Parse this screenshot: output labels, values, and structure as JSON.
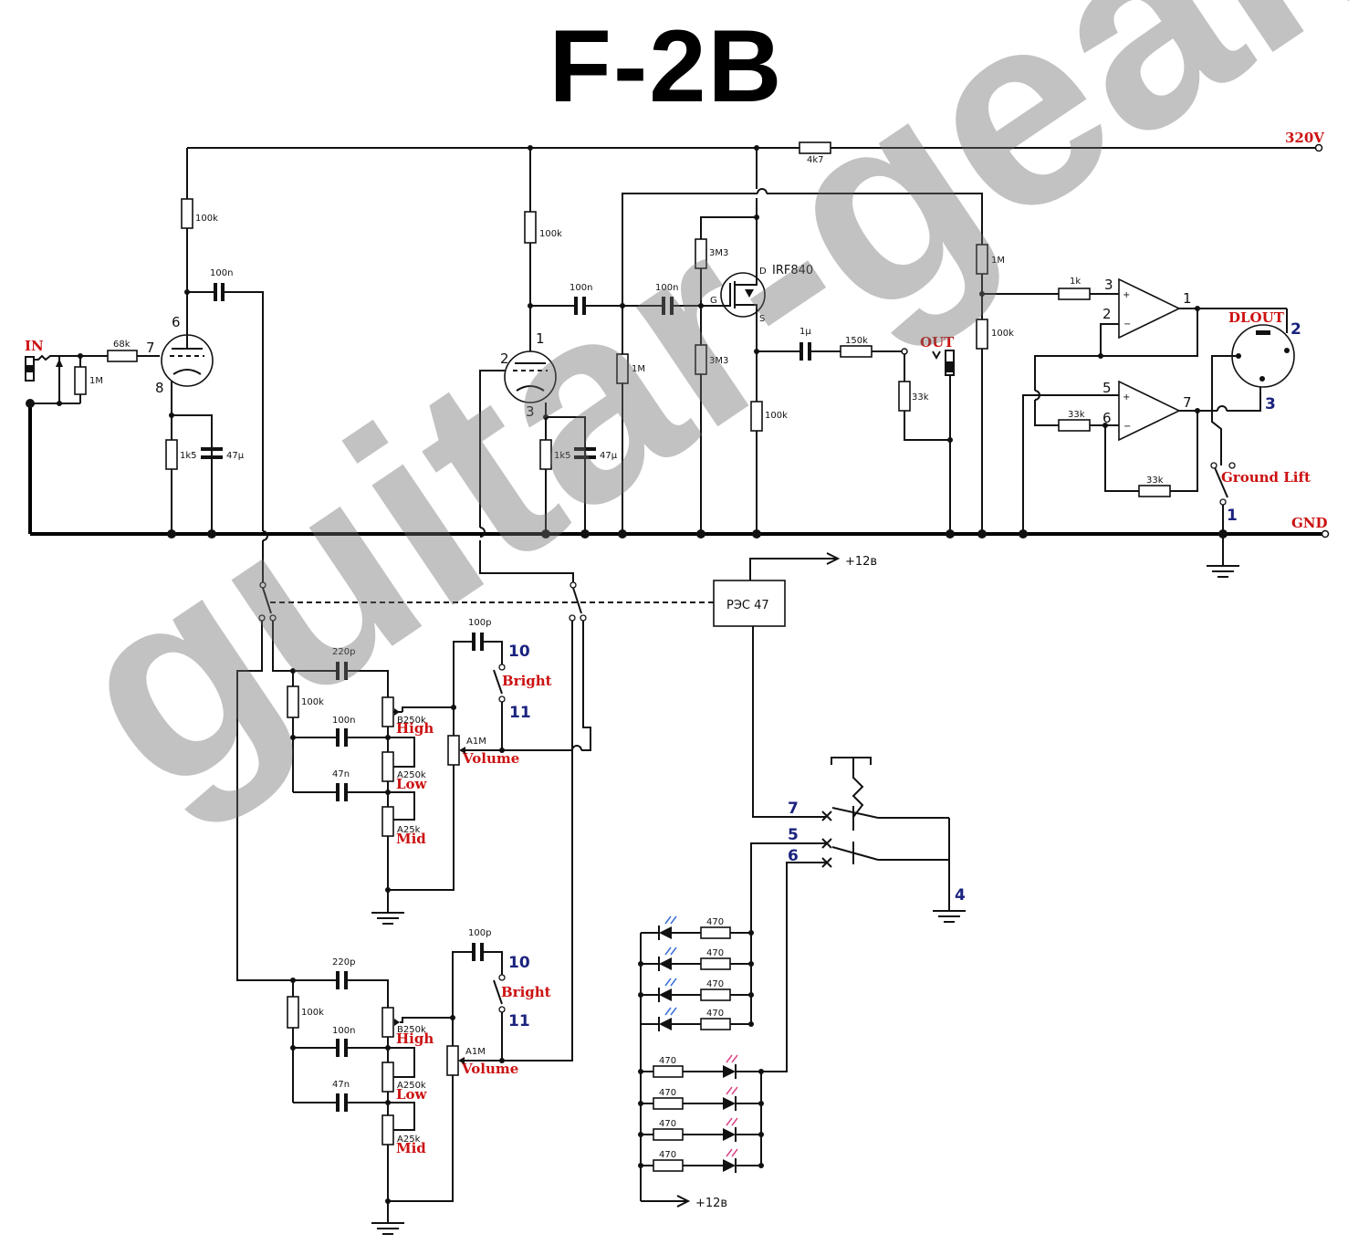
{
  "title": "F-2B",
  "watermark": "guitar-gear.ru",
  "rails": {
    "hv": "320V",
    "gnd": "GND",
    "plus12_a": "+12в",
    "plus12_b": "+12в"
  },
  "io": {
    "in": "IN",
    "out": "OUT",
    "dlout": "DLOUT",
    "ground_lift": "Ground Lift"
  },
  "relay": "РЭС 47",
  "mosfet": "IRF840",
  "mosfet_pins": {
    "d": "D",
    "g": "G",
    "s": "S"
  },
  "values": {
    "r_4k7": "4k7",
    "r_100k_a": "100k",
    "r_100k_b": "100k",
    "r_100k_c": "100k",
    "r_100k_d": "100k",
    "r_68k": "68k",
    "r_1m_in": "1M",
    "r_1k5_a": "1k5",
    "c_47u_a": "47µ",
    "r_1k5_b": "1k5",
    "c_47u_b": "47µ",
    "c_100n_a": "100n",
    "c_100n_b": "100n",
    "c_100n_c": "100n",
    "r_1m_b": "1M",
    "r_3m3_a": "3M3",
    "r_3m3_b": "3M3",
    "c_1u": "1µ",
    "r_150k": "150k",
    "r_33k_out": "33k",
    "r_1m_c": "1M",
    "r_1k": "1k",
    "r_33k_a": "33k",
    "r_33k_b": "33k"
  },
  "tube_pins": {
    "v1_6": "6",
    "v1_7": "7",
    "v1_8": "8",
    "v2_1": "1",
    "v2_2": "2",
    "v2_3": "3"
  },
  "opamp_pins": {
    "a_in_plus": "3",
    "a_in_minus": "2",
    "a_out": "1",
    "b_in_plus": "5",
    "b_in_minus": "6",
    "b_out": "7"
  },
  "dlout_pins": {
    "p2": "2",
    "p3": "3",
    "p1": "1"
  },
  "tonestack_1": {
    "c_bright": "100p",
    "bright_pin_a": "10",
    "bright_pin_b": "11",
    "bright": "Bright",
    "c_220p": "220p",
    "r_100k": "100k",
    "c_100n": "100n",
    "c_47n": "47n",
    "pot_high": "B250k",
    "high": "High",
    "pot_low": "A250k",
    "low": "Low",
    "pot_mid": "A25k",
    "mid": "Mid",
    "pot_vol": "A1M",
    "volume": "Volume"
  },
  "tonestack_2": {
    "c_bright": "100p",
    "bright_pin_a": "10",
    "bright_pin_b": "11",
    "bright": "Bright",
    "c_220p": "220p",
    "r_100k": "100k",
    "c_100n": "100n",
    "c_47n": "47n",
    "pot_high": "B250k",
    "high": "High",
    "pot_low": "A250k",
    "low": "Low",
    "pot_mid": "A25k",
    "mid": "Mid",
    "pot_vol": "A1M",
    "volume": "Volume"
  },
  "footswitch_pins": {
    "p7": "7",
    "p5": "5",
    "p6": "6",
    "p4": "4"
  },
  "led_resistors": [
    "470",
    "470",
    "470",
    "470",
    "470",
    "470",
    "470",
    "470"
  ],
  "colors": {
    "led_blue": "#3a6fd8",
    "led_pink": "#d8478a",
    "red_text": "#cc1111",
    "blue_text": "#1a237e"
  }
}
